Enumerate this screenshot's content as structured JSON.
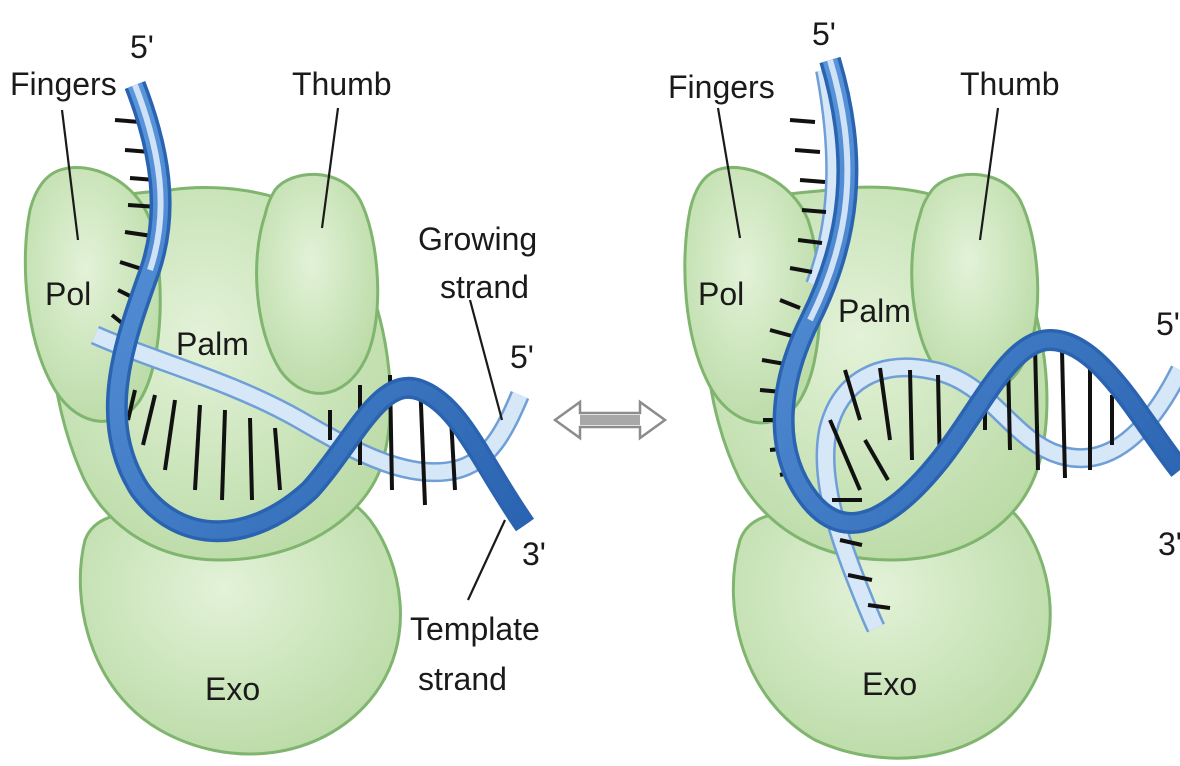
{
  "colors": {
    "protein_fill": "#cfe8c0",
    "protein_stroke": "#7fb56e",
    "protein_shade": "#b9dca5",
    "template_strand": "#3f7fcf",
    "template_strand_dark": "#2a63b0",
    "growing_strand": "#cfe2f6",
    "growing_strand_edge": "#6f9fd6",
    "base_pair": "#111111",
    "arrow": "#9a9a9a"
  },
  "left_panel": {
    "fingers": "Fingers",
    "thumb": "Thumb",
    "pol": "Pol",
    "palm": "Palm",
    "exo": "Exo",
    "five_prime_top": "5'",
    "growing_strand_line1": "Growing",
    "growing_strand_line2": "strand",
    "five_prime_right": "5'",
    "three_prime_right": "3'",
    "template_strand_line1": "Template",
    "template_strand_line2": "strand"
  },
  "right_panel": {
    "fingers": "Fingers",
    "thumb": "Thumb",
    "pol": "Pol",
    "palm": "Palm",
    "exo": "Exo",
    "five_prime_top": "5'",
    "five_prime_right": "5'",
    "three_prime_right": "3'"
  },
  "icons": {
    "equilibrium_arrow": "double-headed-arrow-icon"
  }
}
